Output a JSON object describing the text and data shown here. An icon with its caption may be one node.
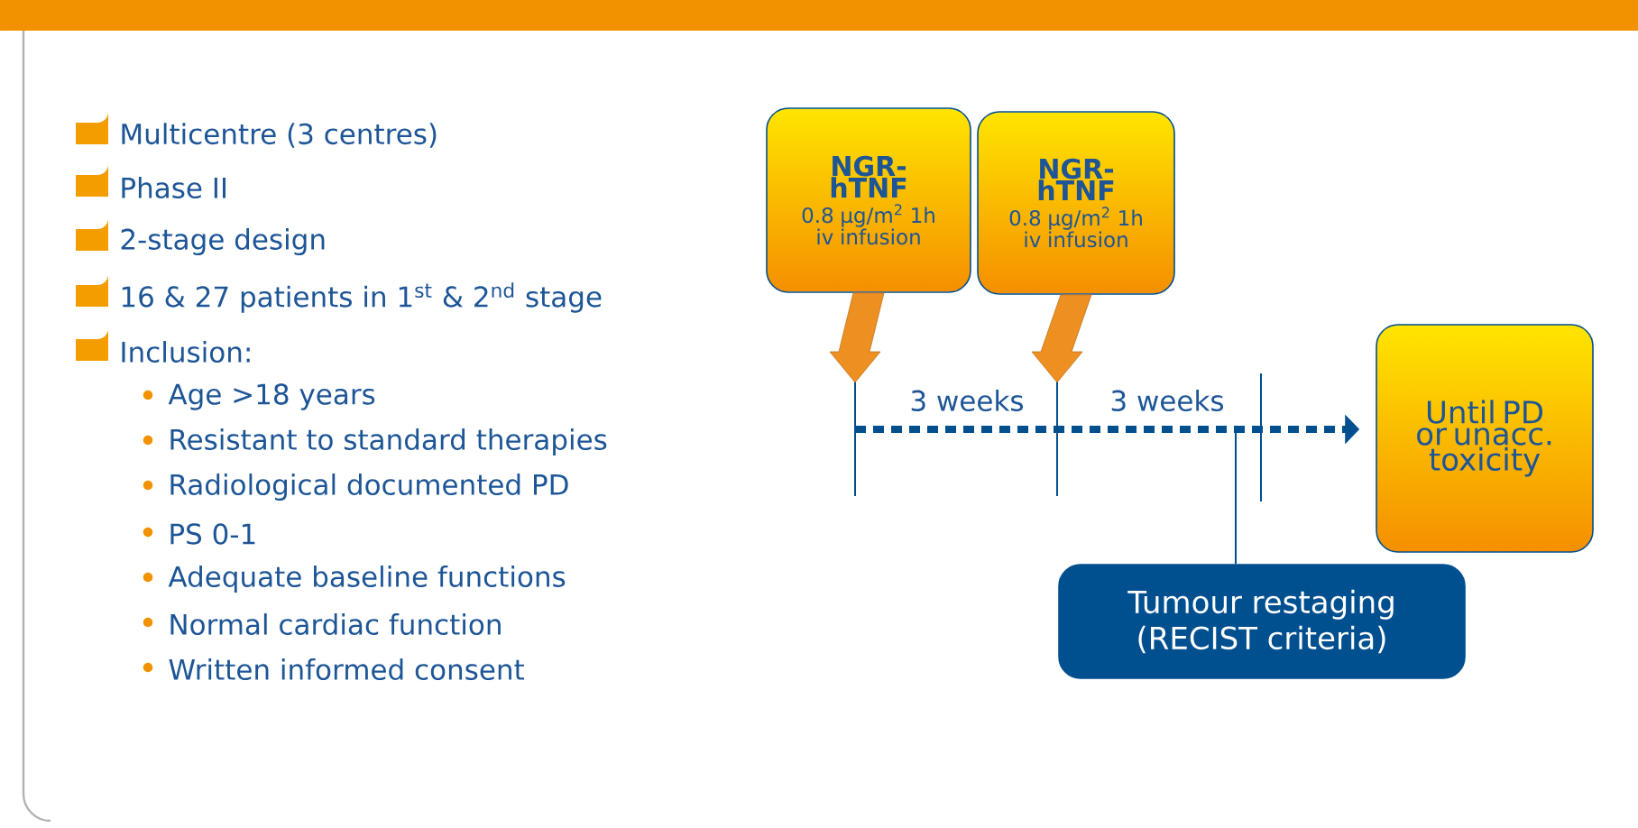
{
  "diagram": {
    "nodes": [
      {
        "text": [
          "NGR-hTNF",
          "0.8 μg/m$^{2}$ 1h iv infusion"
        ]
      },
      {
        "text": [
          "NGR-hTNF",
          "0.8 μg/m$^{2}$ 1h iv infusion"
        ]
      },
      {
        "text": [
          "Until PD or unacc. toxicity"
        ]
      },
      {
        "text": [
          "Tumour restaging (RECIST criteria)"
        ]
      }
    ],
    "edges": [
      {
        "from": 0,
        "to": null,
        "arrow": "to",
        "style": "thick",
        "color": "#ee8f22"
      },
      {
        "from": 1,
        "to": null,
        "arrow": "to",
        "style": "thick",
        "color": "#ee8f22"
      },
      {
        "from": null,
        "to": 2,
        "arrow": "to",
        "style": "dashed"
      },
      {
        "from": 3,
        "to": null,
        "arrow": "none"
      }
    ],
    "labels": [
      "Multicentre (3 centres)",
      "Phase II",
      "2-stage design",
      "16 & 27 patients in 1$^{st}$ & 2$^{nd}$ stage",
      "Inclusion:",
      "Age >18 years",
      "Resistant to standard therapies",
      "Radiological documented PD",
      "PS 0-1",
      "Adequate baseline functions",
      "Normal cardiac function",
      "Written informed consent",
      "3 weeks",
      "3 weeks"
    ]
  }
}
